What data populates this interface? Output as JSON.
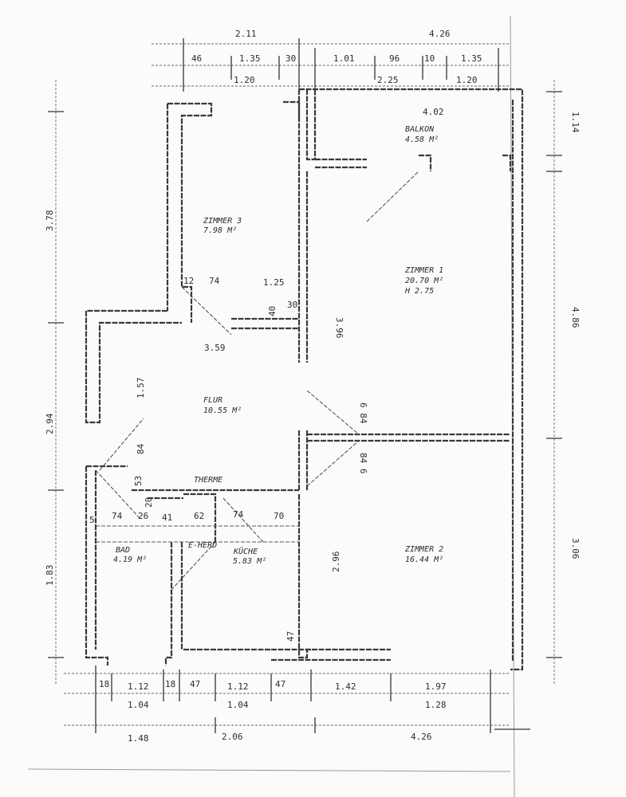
{
  "rooms": {
    "zimmer3": {
      "name": "ZIMMER 3",
      "area": "7.98 M²"
    },
    "balkon": {
      "name": "BALKON",
      "area": "4.58 M²"
    },
    "zimmer1": {
      "name": "ZIMMER 1",
      "area": "20.70 M²",
      "extra": "H 2.75"
    },
    "flur": {
      "name": "FLUR",
      "area": "10.55 M²"
    },
    "therme": {
      "name": "THERME"
    },
    "bad": {
      "name": "BAD",
      "area": "4.19 M²"
    },
    "kueche": {
      "name": "KÜCHE",
      "area": "5.83 M²"
    },
    "eherd": {
      "name": "E-HERD"
    },
    "zimmer2": {
      "name": "ZIMMER 2",
      "area": "16.44 M²"
    }
  },
  "dims": {
    "top1": [
      "2.11",
      "4.26"
    ],
    "top2": [
      "46",
      "1.35",
      "30",
      "1.01",
      "96",
      "10",
      "1.35"
    ],
    "top3": [
      "1.20",
      "2.25",
      "1.20"
    ],
    "bottom1": [
      "18",
      "1.12",
      "18",
      "47",
      "1.12",
      "47",
      "1.42",
      "1.97"
    ],
    "bottom2": [
      "1.04",
      "1.04",
      "1.28"
    ],
    "bottom3": [
      "1.48",
      "2.06",
      "4.26"
    ],
    "left": [
      "3.78",
      "2.94",
      "1.83"
    ],
    "right": [
      "1.14",
      "4.86",
      "3.06"
    ],
    "inner": {
      "balkon_w": "4.02",
      "z3_12": "12",
      "z3_74": "74",
      "z3_125": "1.25",
      "z3_40": "40",
      "z3_30": "30",
      "flur_w": "3.59",
      "flur_157": "1.57",
      "flur_84": "84",
      "z1_396": "3.96",
      "door_684": "6 84",
      "door_846": "84 6",
      "bad_53": "53",
      "bad_20": "20",
      "bad_5": "5",
      "bad_74": "74",
      "bad_26": "26",
      "bad_41": "41",
      "k_62": "62",
      "k_74": "74",
      "k_70": "70",
      "z2_296": "2.96",
      "k_47": "47"
    }
  }
}
